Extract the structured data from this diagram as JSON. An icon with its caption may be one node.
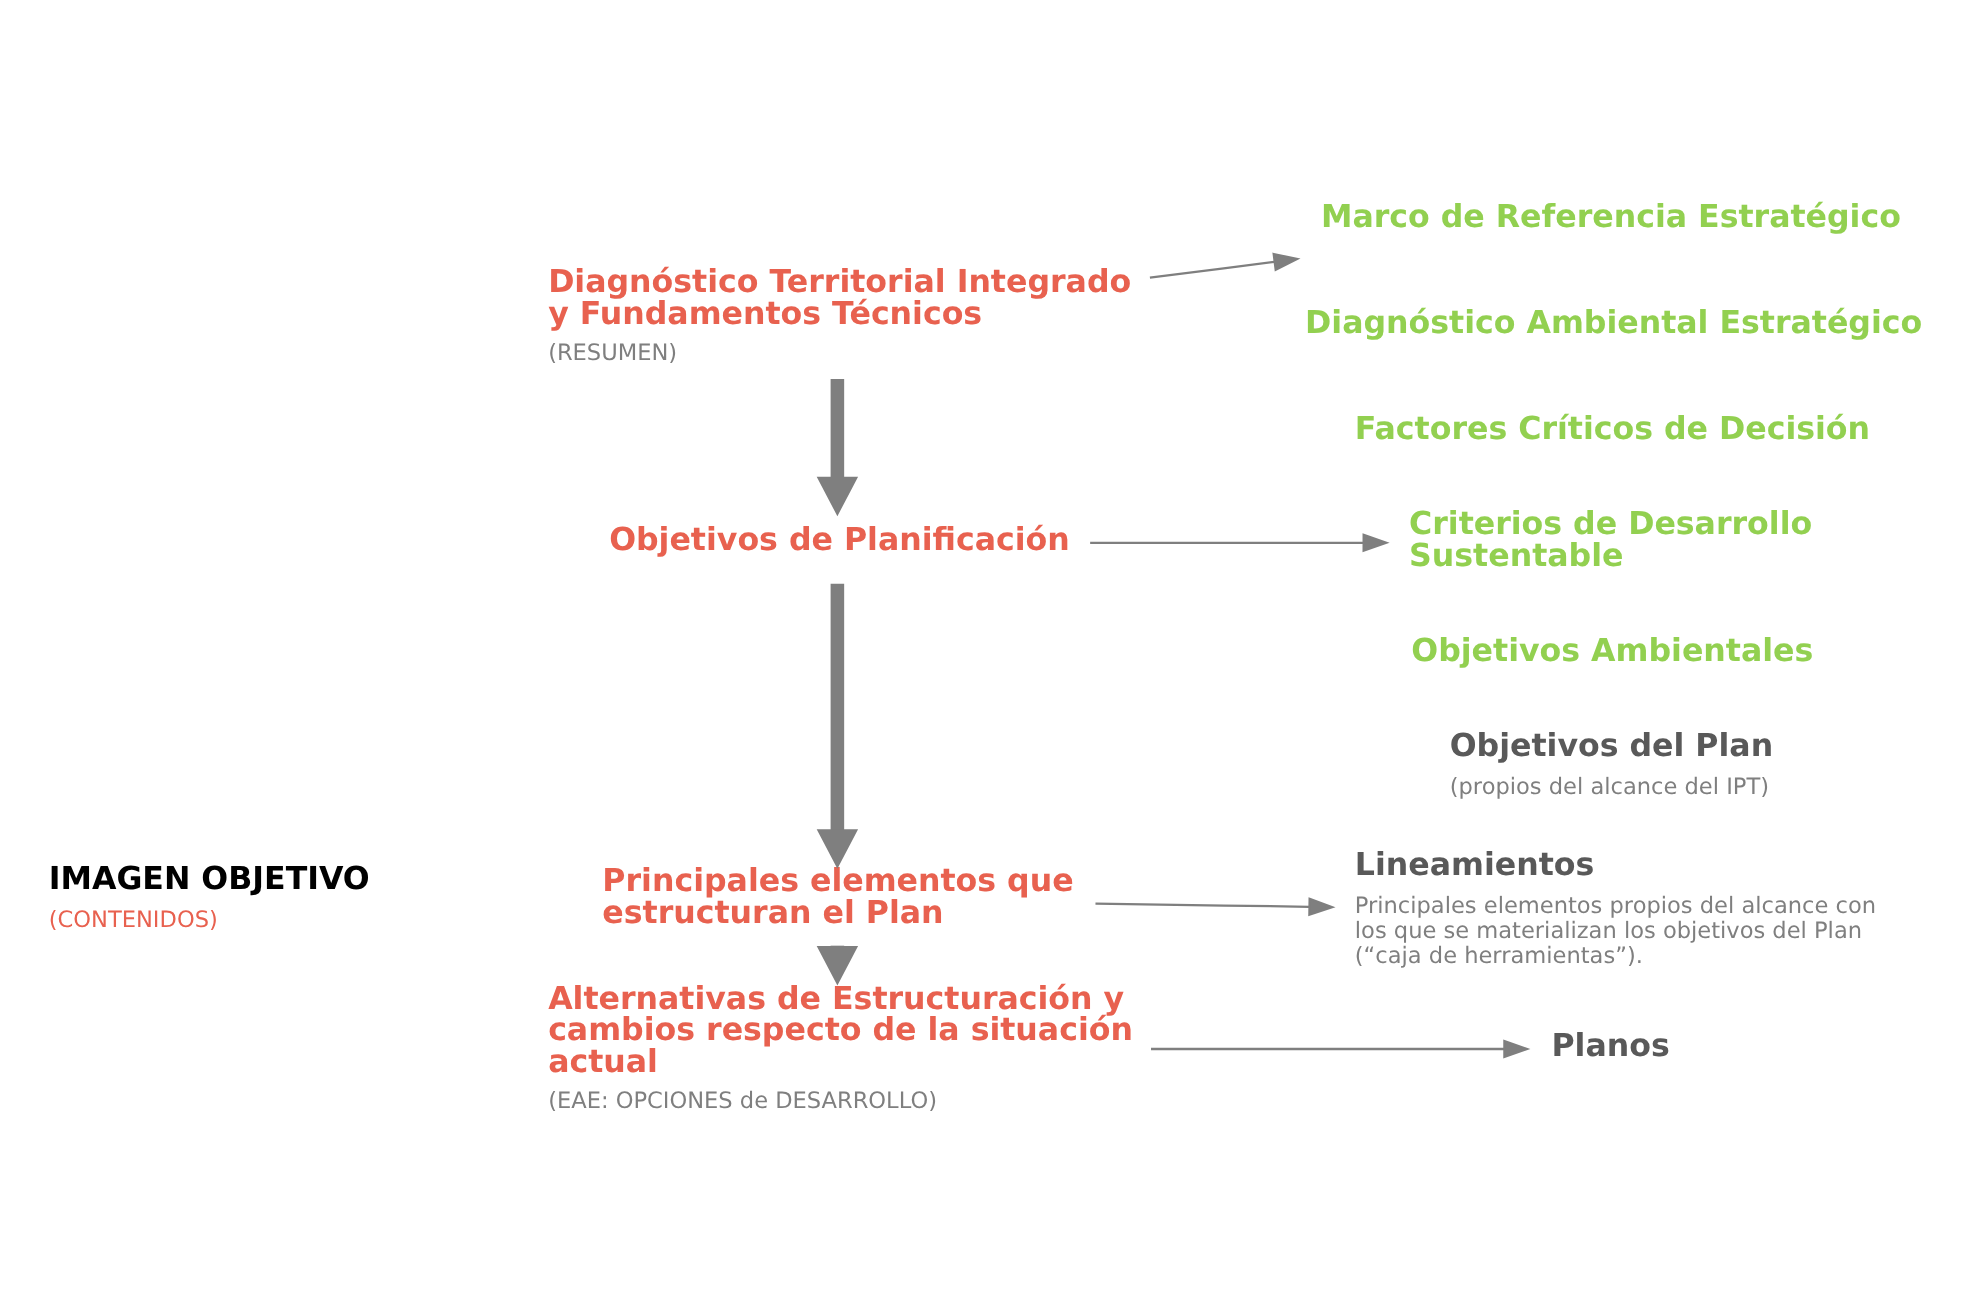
{
  "diagram": {
    "nodes": [
      {
        "text": [
          "IMAGEN OBJETIVO",
          "(CONTENIDOS)"
        ]
      },
      {
        "text": [
          "Diagnóstico Territorial Integrado y Fundamentos Técnicos",
          "(RESUMEN)"
        ]
      },
      {
        "text": [
          "Objetivos de Planificación"
        ]
      },
      {
        "text": [
          "Principales elementos que estructuran el Plan"
        ]
      },
      {
        "text": [
          "Alternativas de Estructuración y cambios respecto de la situación actual",
          "(EAE: OPCIONES de DESARROLLO)"
        ]
      },
      {
        "text": [
          "Marco de Referencia Estratégico"
        ]
      },
      {
        "text": [
          "Diagnóstico Ambiental Estratégico"
        ]
      },
      {
        "text": [
          "Factores Críticos de Decisión"
        ]
      },
      {
        "text": [
          "Criterios de Desarrollo Sustentable"
        ]
      },
      {
        "text": [
          "Objetivos Ambientales"
        ]
      },
      {
        "text": [
          "Objetivos del Plan",
          "(propios del alcance del IPT)"
        ]
      },
      {
        "text": [
          "Lineamientos",
          "Principales elementos propios del alcance con los que se materializan los objetivos del Plan (“caja de herramientas”)."
        ]
      },
      {
        "text": [
          "Planos"
        ]
      }
    ],
    "edges": [
      {
        "from": 1,
        "to": 2,
        "arrow": "to",
        "style": "thick",
        "color": "#7f7f7f"
      },
      {
        "from": 2,
        "to": 3,
        "arrow": "to",
        "style": "thick",
        "color": "#7f7f7f"
      },
      {
        "from": 3,
        "to": 4,
        "arrow": "to",
        "style": "thick",
        "color": "#7f7f7f"
      },
      {
        "from": 1,
        "to": 5,
        "arrow": "to"
      },
      {
        "from": 2,
        "to": 8,
        "arrow": "to"
      },
      {
        "from": 3,
        "to": 11,
        "arrow": "to"
      },
      {
        "from": 4,
        "to": 12,
        "arrow": "to"
      }
    ]
  }
}
